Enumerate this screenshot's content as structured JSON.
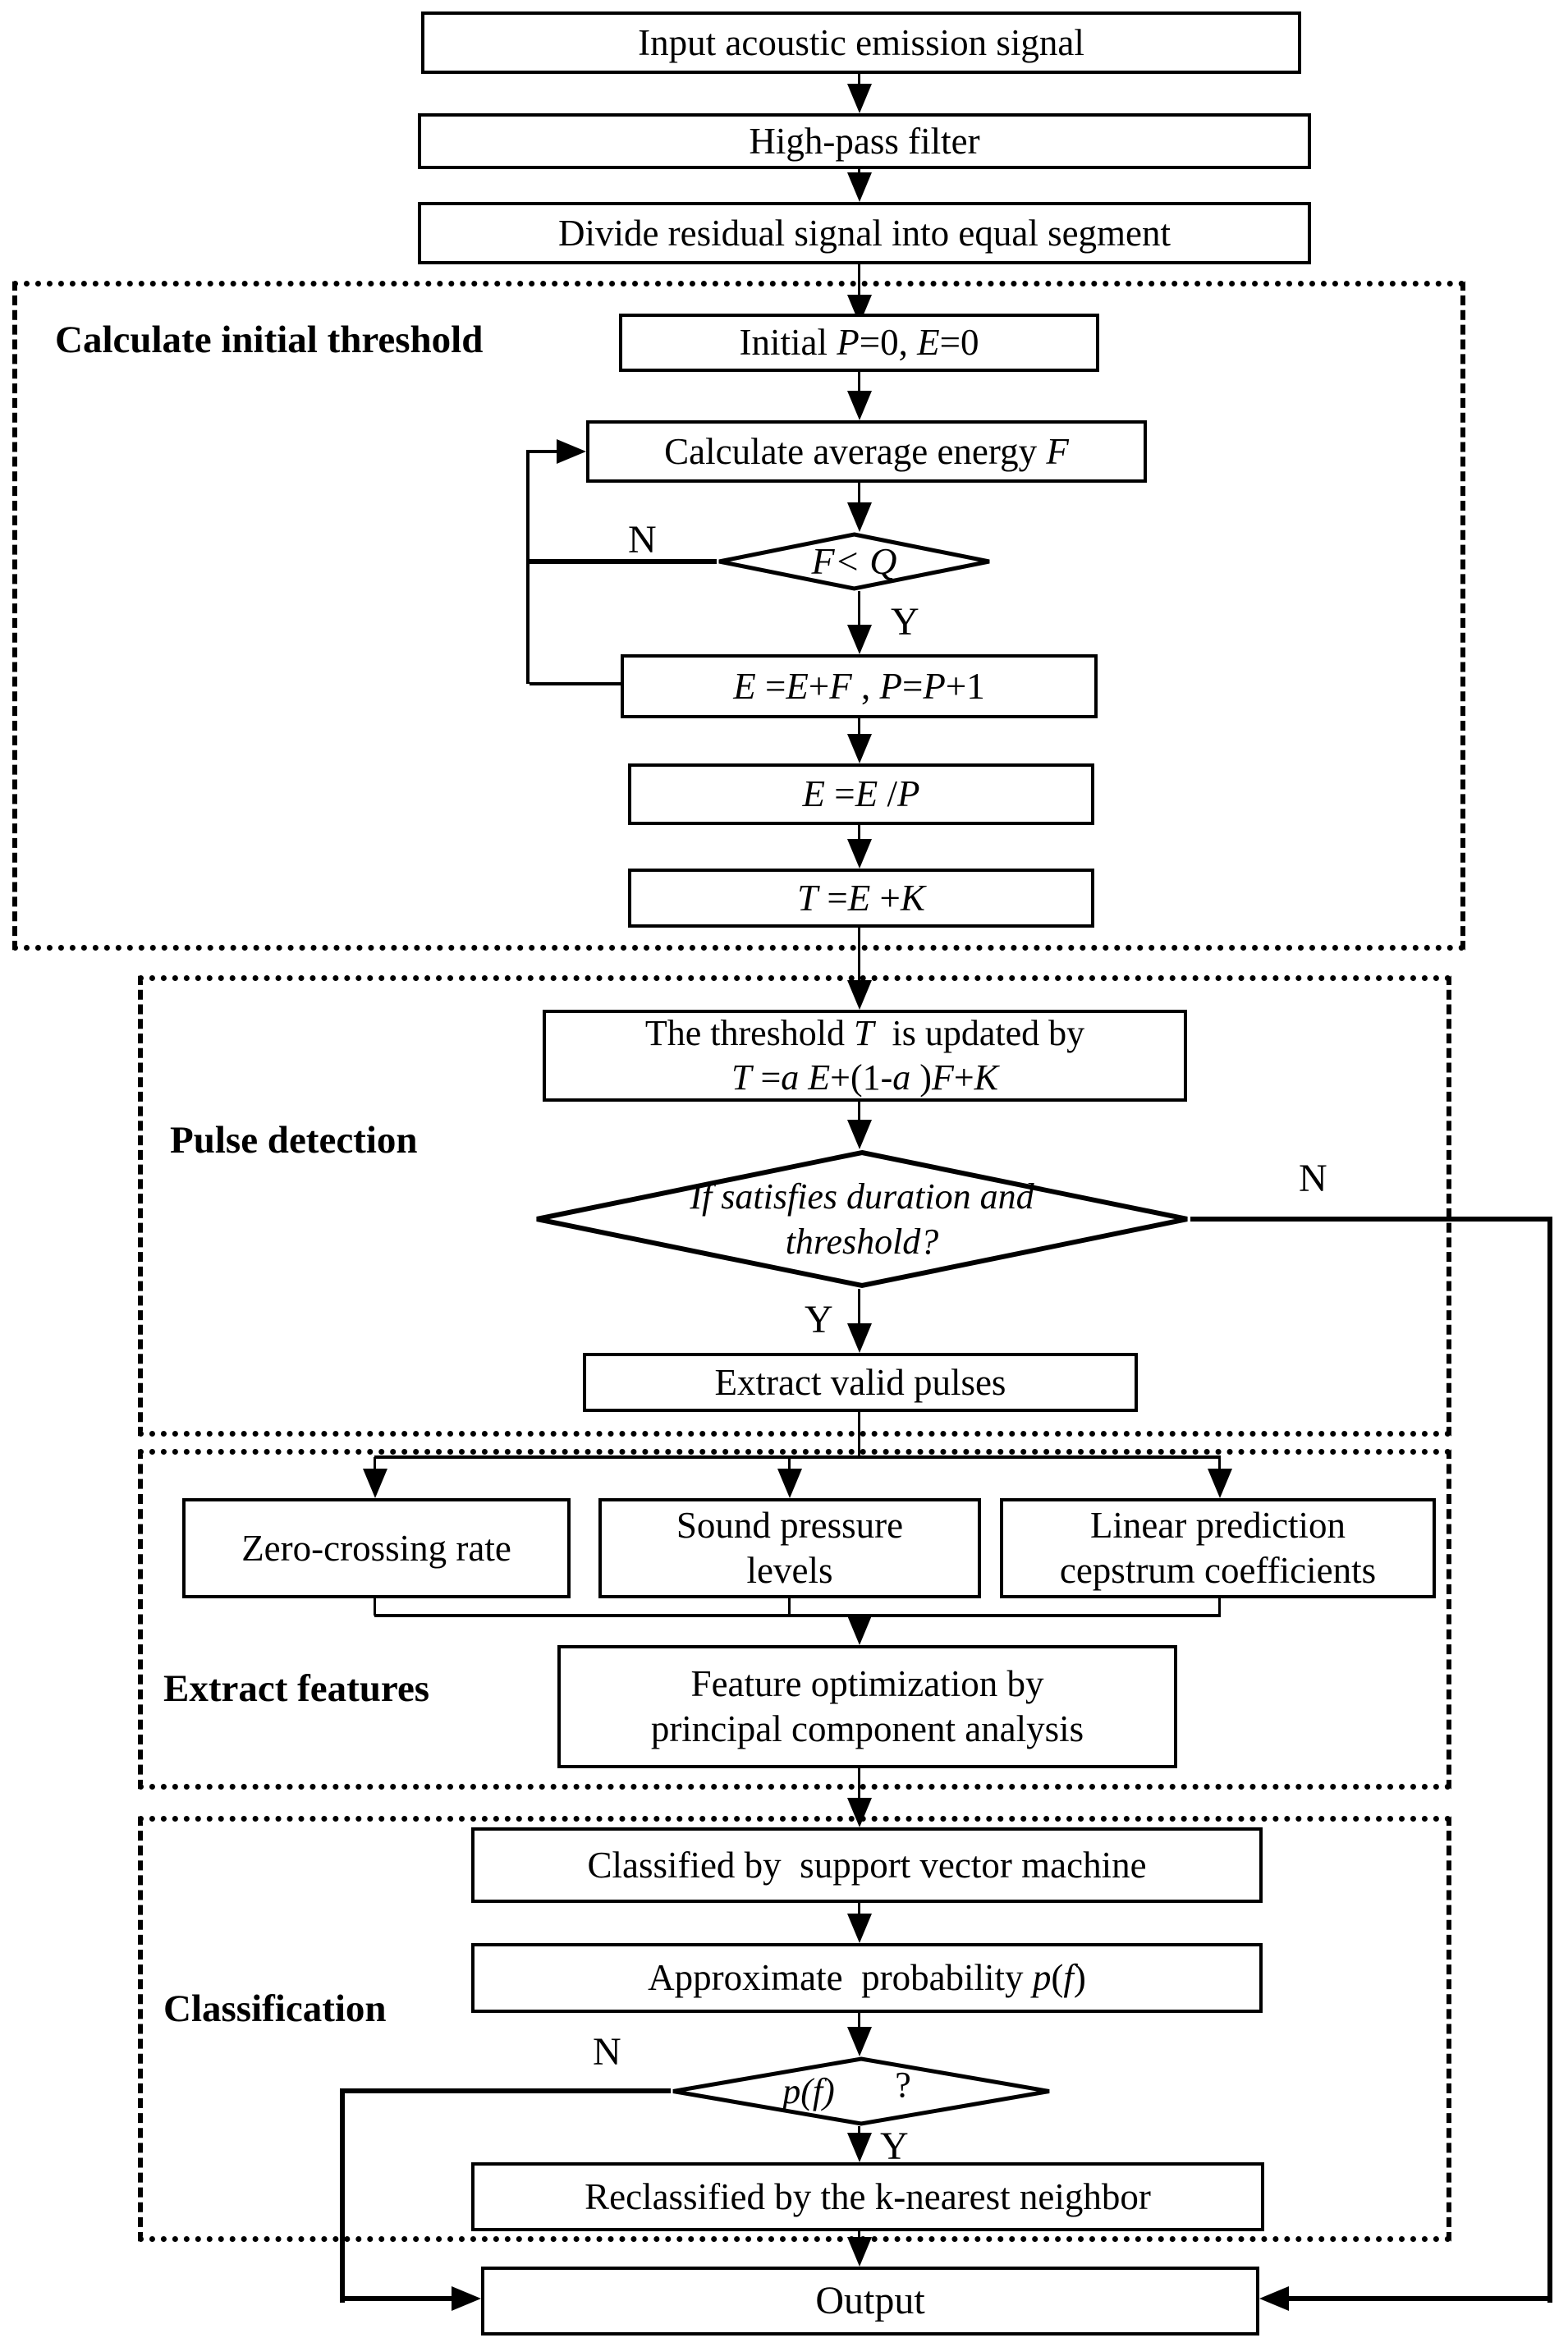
{
  "colors": {
    "ink": "#000000",
    "paper": "#ffffff"
  },
  "sections": {
    "threshold": {
      "label": "Calculate initial threshold"
    },
    "pulse": {
      "label": "Pulse detection"
    },
    "features": {
      "label": "Extract features"
    },
    "classification": {
      "label": "Classification"
    }
  },
  "branches": {
    "fq": {
      "no": "N",
      "yes": "Y"
    },
    "duration": {
      "no": "N",
      "yes": "Y"
    },
    "probability": {
      "no": "N",
      "yes": "Y"
    }
  },
  "nodes": {
    "input": {
      "text": "Input acoustic emission signal"
    },
    "highpass": {
      "text": "High-pass filter"
    },
    "divide": {
      "text": "Divide residual signal into equal segment"
    },
    "initial": {
      "segs": [
        {
          "t": "Initial "
        },
        {
          "t": "P",
          "i": true
        },
        {
          "t": "=0, "
        },
        {
          "t": "E",
          "i": true
        },
        {
          "t": "=0"
        }
      ]
    },
    "calc_avg": {
      "segs": [
        {
          "t": "Calculate average energy "
        },
        {
          "t": "F",
          "i": true
        }
      ]
    },
    "cond_fq": {
      "segs": [
        {
          "t": "F",
          "i": true
        },
        {
          "t": "< "
        },
        {
          "t": "Q",
          "i": true
        }
      ]
    },
    "accumulate": {
      "segs": [
        {
          "t": "E",
          "i": true
        },
        {
          "t": " ="
        },
        {
          "t": "E",
          "i": true
        },
        {
          "t": "+"
        },
        {
          "t": "F",
          "i": true
        },
        {
          "t": " , "
        },
        {
          "t": "P",
          "i": true
        },
        {
          "t": "="
        },
        {
          "t": "P",
          "i": true
        },
        {
          "t": "+1"
        }
      ]
    },
    "average": {
      "segs": [
        {
          "t": "E",
          "i": true
        },
        {
          "t": " ="
        },
        {
          "t": "E",
          "i": true
        },
        {
          "t": " /"
        },
        {
          "t": "P",
          "i": true
        }
      ]
    },
    "threshold_init": {
      "segs": [
        {
          "t": "T",
          "i": true
        },
        {
          "t": " ="
        },
        {
          "t": "E",
          "i": true
        },
        {
          "t": " +"
        },
        {
          "t": "K",
          "i": true
        }
      ]
    },
    "threshold_update": {
      "line1": [
        {
          "t": "The threshold "
        },
        {
          "t": "T",
          "i": true
        },
        {
          "t": "  is updated by"
        }
      ],
      "line2": [
        {
          "t": "T",
          "i": true
        },
        {
          "t": " ="
        },
        {
          "t": "a",
          "i": true
        },
        {
          "t": " "
        },
        {
          "t": "E",
          "i": true
        },
        {
          "t": "+(1-"
        },
        {
          "t": "a",
          "i": true
        },
        {
          "t": " )"
        },
        {
          "t": "F",
          "i": true
        },
        {
          "t": "+"
        },
        {
          "t": "K",
          "i": true
        }
      ]
    },
    "cond_duration": {
      "line1": "If satisfies duration and",
      "line2": "threshold?"
    },
    "extract_pulses": {
      "text": "Extract valid pulses"
    },
    "zcr": {
      "text": "Zero-crossing rate"
    },
    "spl": {
      "lines": [
        "Sound pressure",
        "levels"
      ]
    },
    "lpcc": {
      "lines": [
        "Linear prediction",
        "cepstrum coefficients"
      ]
    },
    "feature_opt": {
      "lines": [
        "Feature optimization by",
        "principal component analysis"
      ]
    },
    "svm": {
      "text": "Classified by  support vector machine"
    },
    "approx": {
      "segs": [
        {
          "t": "Approximate  probability "
        },
        {
          "t": "p",
          "i": true
        },
        {
          "t": "("
        },
        {
          "t": "f",
          "i": true
        },
        {
          "t": ")"
        }
      ]
    },
    "cond_probability": {
      "value": [
        {
          "t": "p",
          "i": true
        },
        {
          "t": "("
        },
        {
          "t": "f",
          "i": true
        },
        {
          "t": ")"
        }
      ],
      "mark": "?"
    },
    "reclassify": {
      "text": "Reclassified by the k-nearest neighbor"
    },
    "output": {
      "text": "Output"
    }
  }
}
